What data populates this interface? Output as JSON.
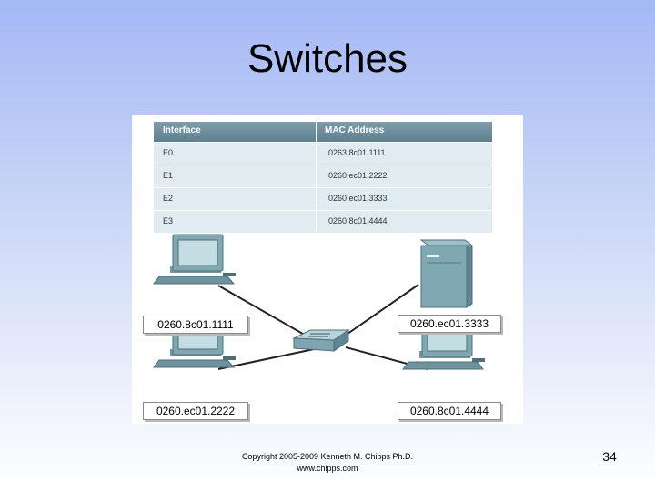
{
  "slide": {
    "title": "Switches",
    "footer_line1": "Copyright 2005-2009 Kenneth M. Chipps Ph.D.",
    "footer_line2": "www.chipps.com",
    "page_number": "34"
  },
  "table": {
    "headers": [
      "Interface",
      "MAC Address"
    ],
    "rows": [
      {
        "interface": "E0",
        "mac": "0263.8c01.1111"
      },
      {
        "interface": "E1",
        "mac": "0260.ec01.2222"
      },
      {
        "interface": "E2",
        "mac": "0260.ec01.3333"
      },
      {
        "interface": "E3",
        "mac": "0260.8c01.4444"
      }
    ]
  },
  "network": {
    "labels": {
      "top_left": "0260.8c01.1111",
      "bottom_left": "0260.ec01.2222",
      "top_right": "0260.ec01.3333",
      "bottom_right": "0260.8c01.4444"
    }
  }
}
